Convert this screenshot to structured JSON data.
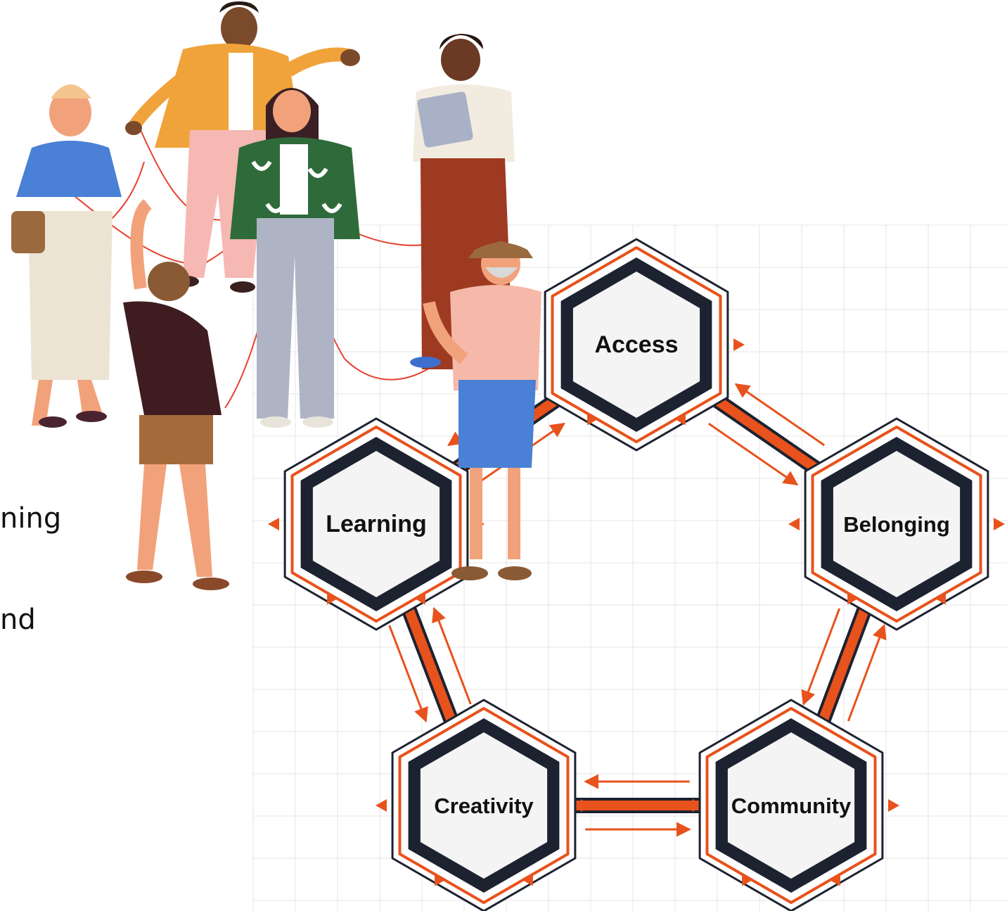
{
  "text_fragments": [
    "ning",
    "nd"
  ],
  "diagram": {
    "nodes": [
      {
        "id": "access",
        "label": "Access"
      },
      {
        "id": "belonging",
        "label": "Belonging"
      },
      {
        "id": "community",
        "label": "Community"
      },
      {
        "id": "creativity",
        "label": "Creativity"
      },
      {
        "id": "learning",
        "label": "Learning"
      }
    ],
    "edges": [
      [
        "access",
        "belonging"
      ],
      [
        "belonging",
        "community"
      ],
      [
        "community",
        "creativity"
      ],
      [
        "creativity",
        "learning"
      ],
      [
        "learning",
        "access"
      ]
    ],
    "colors": {
      "accent": "#e8521c",
      "hex_dark": "#1c2230",
      "hex_fill": "#f4f4f4",
      "grid": "#e6e6e6"
    }
  },
  "illustration": {
    "subject": "people-connected-by-red-string-icon",
    "colors": {
      "string": "#e8412f"
    }
  }
}
